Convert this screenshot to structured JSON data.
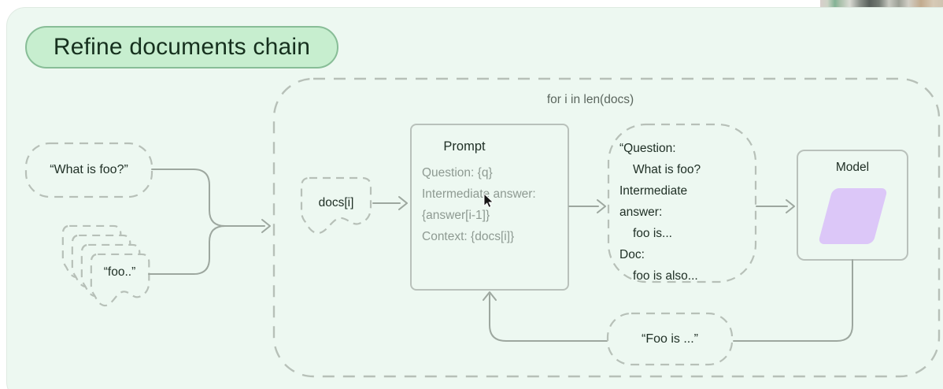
{
  "colors": {
    "page-bg": "#ffffff",
    "card-bg": "#edf8f1",
    "card-border": "#dfeae2",
    "badge-bg": "#c7eecf",
    "badge-border": "#88bd97",
    "text-dark": "#203026",
    "text-gray": "#8e9a92",
    "text-loop": "#5b665e",
    "dash-stroke": "#b7c0b8",
    "line-stroke": "#9da79f",
    "box-border": "#b9c1bb",
    "model-purple": "#dcc7f8"
  },
  "badge": {
    "label": "Refine documents chain"
  },
  "inputs": {
    "question": "“What is foo?”",
    "docs": "“foo..”"
  },
  "loop": {
    "header": "for i in len(docs)",
    "doc_item": "docs[i]",
    "prompt": {
      "title": "Prompt",
      "lines": [
        "Question: {q}",
        "Intermediate answer:",
        "{answer[i-1]}",
        "Context: {docs[i]}"
      ]
    },
    "intermediate": {
      "lines": [
        "“Question:",
        "What is foo?",
        "Intermediate",
        "answer:",
        "foo is...",
        "Doc:",
        "foo is also..."
      ]
    },
    "model": {
      "title": "Model"
    },
    "output": "“Foo is ...”"
  }
}
